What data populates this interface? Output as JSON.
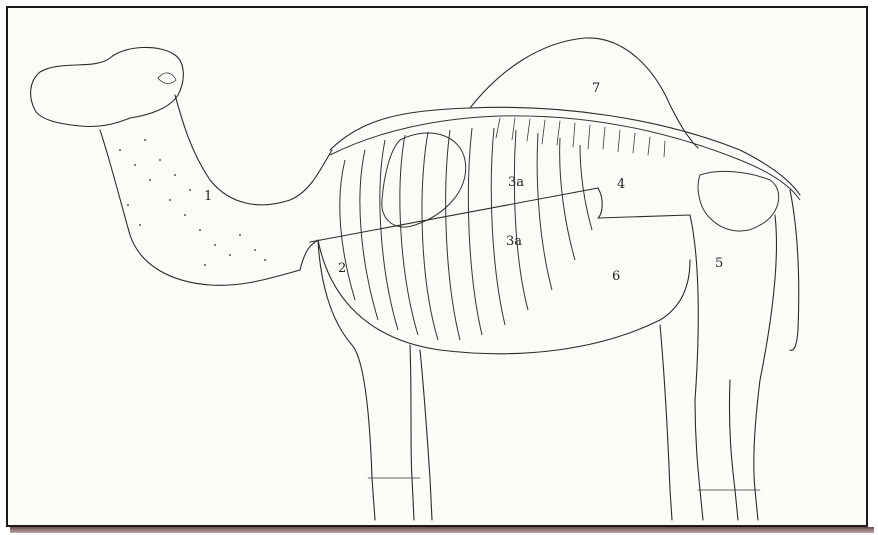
{
  "figure": {
    "region_labels": [
      {
        "id": "r1",
        "text": "1"
      },
      {
        "id": "r2",
        "text": "2"
      },
      {
        "id": "r3a",
        "text": "3a"
      },
      {
        "id": "r3b",
        "text": "3a"
      },
      {
        "id": "r4",
        "text": "4"
      },
      {
        "id": "r5",
        "text": "5"
      },
      {
        "id": "r6",
        "text": "6"
      },
      {
        "id": "r7",
        "text": "7"
      }
    ]
  },
  "colors": {
    "ink": "#2a2a2a",
    "paper": "#fbfbf8",
    "frame": "#1a1a1a"
  }
}
